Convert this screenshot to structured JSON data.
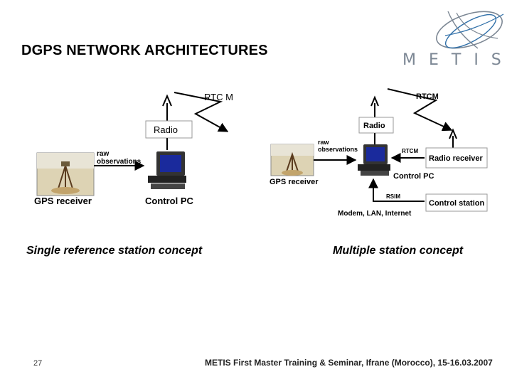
{
  "slide": {
    "title": "DGPS NETWORK ARCHITECTURES",
    "logo_text": "METIS",
    "page_number": "27",
    "footer": "METIS First Master Training & Seminar, Ifrane (Morocco), 15-16.03.2007"
  },
  "left_diagram": {
    "caption": "Single reference station concept",
    "rtcm_label": "RTC M",
    "radio_label": "Radio",
    "raw_label_line1": "raw",
    "raw_label_line2": "observations",
    "gps_receiver_label": "GPS receiver",
    "control_pc_label": "Control PC"
  },
  "right_diagram": {
    "caption": "Multiple station concept",
    "rtcm_label": "RTCM",
    "radio_label": "Radio",
    "raw_label_line1": "raw",
    "raw_label_line2": "observations",
    "rtcm_small_label": "RTCM",
    "radio_receiver_label": "Radio receiver",
    "gps_receiver_label": "GPS receiver",
    "control_pc_label": "Control PC",
    "rsim_label": "RSIM",
    "control_station_label": "Control station",
    "modem_label": "Modem, LAN, Internet"
  },
  "colors": {
    "logo_gray": "#7c8794",
    "logo_blue": "#2f6fa8",
    "monitor_blue": "#1a2a9c"
  }
}
